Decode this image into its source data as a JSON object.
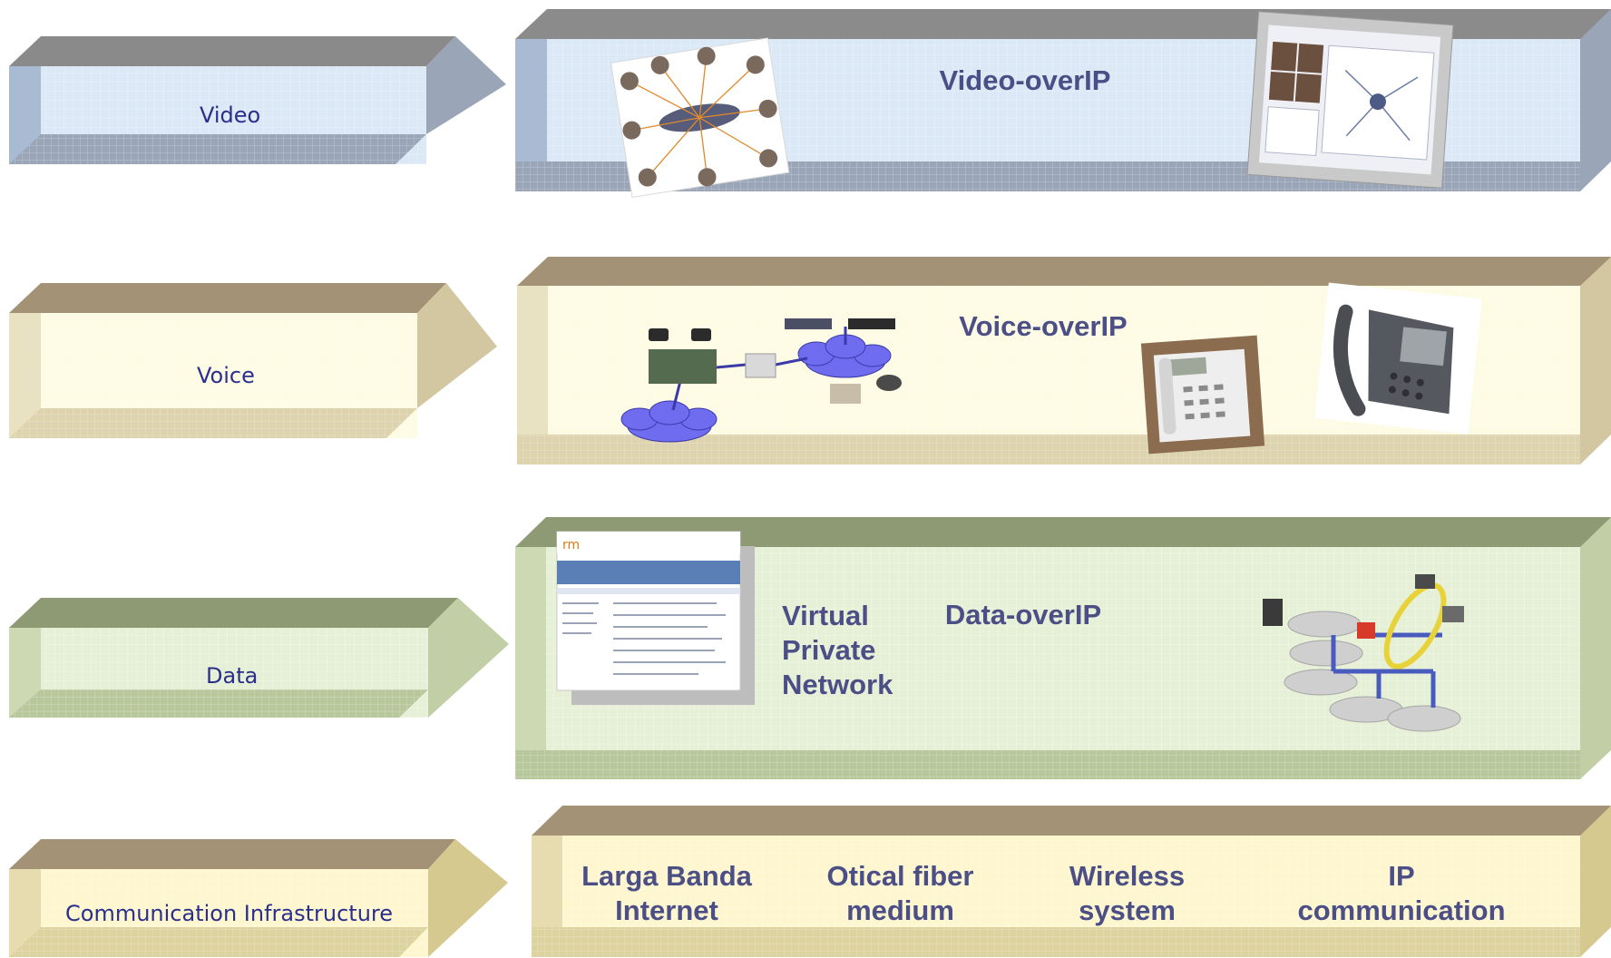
{
  "layers": [
    {
      "id": "video",
      "label": "Video",
      "title": "Video-overIP"
    },
    {
      "id": "voice",
      "label": "Voice",
      "title": "Voice-overIP"
    },
    {
      "id": "data",
      "label": "Data",
      "title": "Data-overIP",
      "vpn": "Virtual\nPrivate\nNetwork"
    },
    {
      "id": "infra",
      "label": "Communication Infrastructure",
      "items": [
        "Larga Banda\nInternet",
        "Otical fiber\nmedium",
        "Wireless\nsystem",
        "IP\ncommunication"
      ]
    }
  ],
  "colors": {
    "video": "#dbe8f6",
    "voice": "#fdfbe4",
    "data": "#e6f0d6",
    "infra": "#fdf6cf",
    "text_small": "#2b2f8c",
    "text_big": "#4b4f86"
  },
  "icons": [
    "videoconference-hub-photo",
    "codian-screenshot",
    "voip-network-diagram",
    "desk-phone-photo",
    "ip-phone-photo",
    "website-screenshot",
    "data-network-diagram"
  ]
}
